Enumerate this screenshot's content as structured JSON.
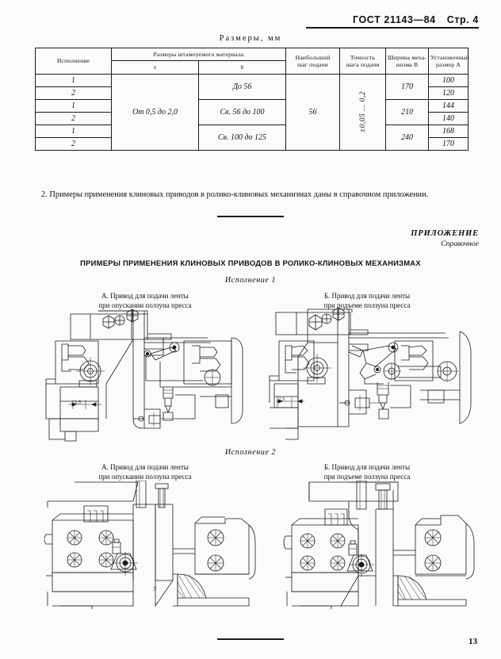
{
  "header": {
    "standard": "ГОСТ 21143—84",
    "page_label": "Стр. 4"
  },
  "table": {
    "caption": "Размеры, мм",
    "headers": {
      "execution": "Исполнение",
      "material_group": "Размеры штампуемого материала",
      "s": "s",
      "b": "b",
      "max_step": "Наибольший шаг подачи",
      "max_step_l1": "Наибольший",
      "max_step_l2": "шаг подачи",
      "accuracy_l1": "Точность",
      "accuracy_l2": "шага подачи",
      "width_l1": "Ширина меха-",
      "width_l2": "низма B",
      "mount_l1": "Установочный",
      "mount_l2": "размер A"
    },
    "s_value": "От 0,5 до 2,0",
    "max_step_value": "56",
    "accuracy_value": "±0,05 ... 0,2",
    "groups": [
      {
        "b": "До 56",
        "width_B": "170",
        "rows": [
          {
            "execution": "1",
            "mount_A": "100"
          },
          {
            "execution": "2",
            "mount_A": "120"
          }
        ]
      },
      {
        "b": "Св. 56 до 100",
        "width_B": "210",
        "rows": [
          {
            "execution": "1",
            "mount_A": "144"
          },
          {
            "execution": "2",
            "mount_A": "140"
          }
        ]
      },
      {
        "b": "Св. 100 до 125",
        "width_B": "240",
        "rows": [
          {
            "execution": "1",
            "mount_A": "168"
          },
          {
            "execution": "2",
            "mount_A": "170"
          }
        ]
      }
    ]
  },
  "body": {
    "note_2": "2. Примеры применения клиновых приводов в ролико-клиновых механизмах даны в справочном приложении."
  },
  "appendix": {
    "label": "ПРИЛОЖЕНИЕ",
    "sublabel": "Справочное",
    "title": "ПРИМЕРЫ ПРИМЕНЕНИЯ КЛИНОВЫХ ПРИВОДОВ  В  РОЛИКО-КЛИНОВЫХ МЕХАНИЗМАХ",
    "execution_1": "Исполнение  1",
    "execution_2": "Исполнение  2",
    "figures": {
      "f1a_l1": "А. Привод для подачи ленты",
      "f1a_l2": "при опускании ползуна пресса",
      "f1b_l1": "Б. Привод для подачи ленты",
      "f1b_l2": "при подъеме ползуна пресса",
      "f2a_l1": "А. Привод для подачи ленты",
      "f2a_l2": "при опускании ползуна пресса",
      "f2b_l1": "Б. Привод для подачи ленты",
      "f2b_l2": "при подъеме ползуна пресса",
      "dimension_label": "2,5"
    }
  },
  "footer": {
    "page_number": "13"
  }
}
